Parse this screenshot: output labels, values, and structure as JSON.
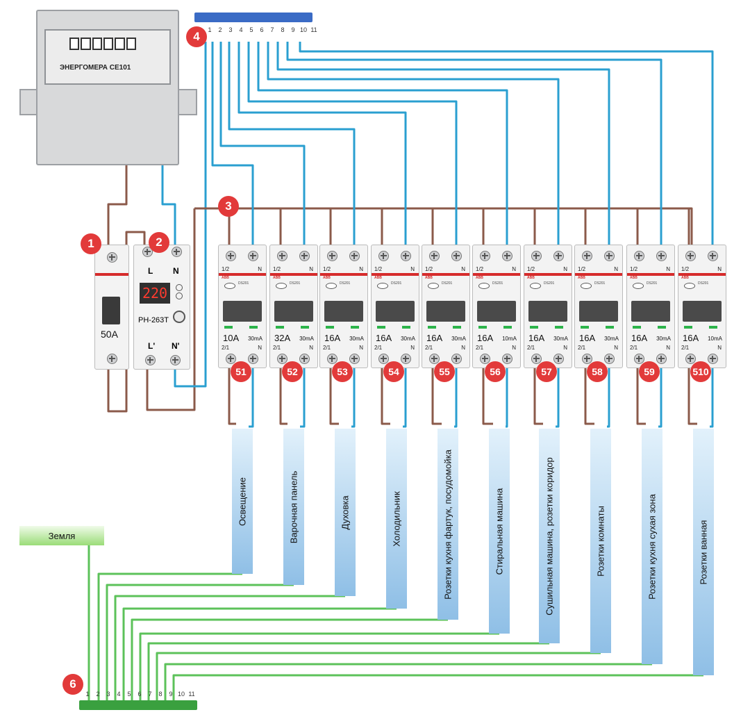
{
  "meter": {
    "label": "ЭНЕРГОМЕРА СЕ101"
  },
  "markers": {
    "m1": "1",
    "m2": "2",
    "m3": "3",
    "m4": "4",
    "m6": "6"
  },
  "main_breaker": {
    "rating": "50A"
  },
  "relay": {
    "display": "220",
    "model": "РН-263Т",
    "top_l": "L",
    "top_n": "N",
    "bottom_l": "L'",
    "bottom_n": "N'"
  },
  "ground_label": "Земля",
  "bus_top_numbers": [
    "1",
    "2",
    "3",
    "4",
    "5",
    "6",
    "7",
    "8",
    "9",
    "10",
    "11"
  ],
  "bus_bottom_numbers": [
    "1",
    "2",
    "3",
    "4",
    "5",
    "6",
    "7",
    "8",
    "9",
    "10",
    "11"
  ],
  "rcd_common": {
    "top_left": "1/2",
    "top_right": "N",
    "bottom_left": "2/1",
    "bottom_right": "N",
    "brand": "ABB",
    "model": "DS201"
  },
  "rcds": [
    {
      "id": "51",
      "rating": "10A",
      "leak": "30mA",
      "circuit": "Освещение"
    },
    {
      "id": "52",
      "rating": "32A",
      "leak": "30mA",
      "circuit": "Варочная панель"
    },
    {
      "id": "53",
      "rating": "16A",
      "leak": "30mA",
      "circuit": "Духовка"
    },
    {
      "id": "54",
      "rating": "16A",
      "leak": "30mA",
      "circuit": "Холодильник"
    },
    {
      "id": "55",
      "rating": "16A",
      "leak": "30mA",
      "circuit": "Розетки кухня фартук, посудомойка"
    },
    {
      "id": "56",
      "rating": "16A",
      "leak": "10mA",
      "circuit": "Стиральная машина"
    },
    {
      "id": "57",
      "rating": "16A",
      "leak": "30mA",
      "circuit": "Сушильная машина, розетки коридор"
    },
    {
      "id": "58",
      "rating": "16A",
      "leak": "30mA",
      "circuit": "Розетки комнаты"
    },
    {
      "id": "59",
      "rating": "16A",
      "leak": "30mA",
      "circuit": "Розетки кухня сухая зона"
    },
    {
      "id": "510",
      "rating": "16A",
      "leak": "10mA",
      "circuit": "Розетки ванная"
    }
  ],
  "colors": {
    "phase": "#8b5a4a",
    "neutral": "#2a9fd0",
    "ground": "#5cc25a",
    "marker": "#e23a3a"
  }
}
